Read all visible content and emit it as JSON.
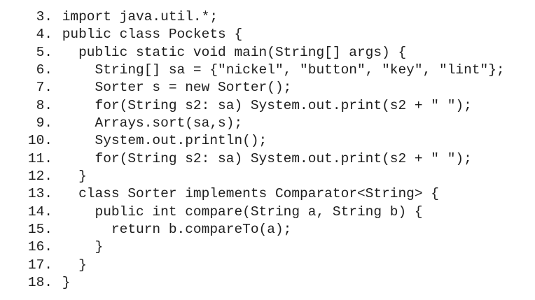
{
  "lines": [
    {
      "num": "3.",
      "text": "import java.util.*;"
    },
    {
      "num": "4.",
      "text": "public class Pockets {"
    },
    {
      "num": "5.",
      "text": "  public static void main(String[] args) {"
    },
    {
      "num": "6.",
      "text": "    String[] sa = {\"nickel\", \"button\", \"key\", \"lint\"};"
    },
    {
      "num": "7.",
      "text": "    Sorter s = new Sorter();"
    },
    {
      "num": "8.",
      "text": "    for(String s2: sa) System.out.print(s2 + \" \");"
    },
    {
      "num": "9.",
      "text": "    Arrays.sort(sa,s);"
    },
    {
      "num": "10.",
      "text": "    System.out.println();"
    },
    {
      "num": "11.",
      "text": "    for(String s2: sa) System.out.print(s2 + \" \");"
    },
    {
      "num": "12.",
      "text": "  }"
    },
    {
      "num": "13.",
      "text": "  class Sorter implements Comparator<String> {"
    },
    {
      "num": "14.",
      "text": "    public int compare(String a, String b) {"
    },
    {
      "num": "15.",
      "text": "      return b.compareTo(a);"
    },
    {
      "num": "16.",
      "text": "    }"
    },
    {
      "num": "17.",
      "text": "  }"
    },
    {
      "num": "18.",
      "text": "}"
    }
  ]
}
